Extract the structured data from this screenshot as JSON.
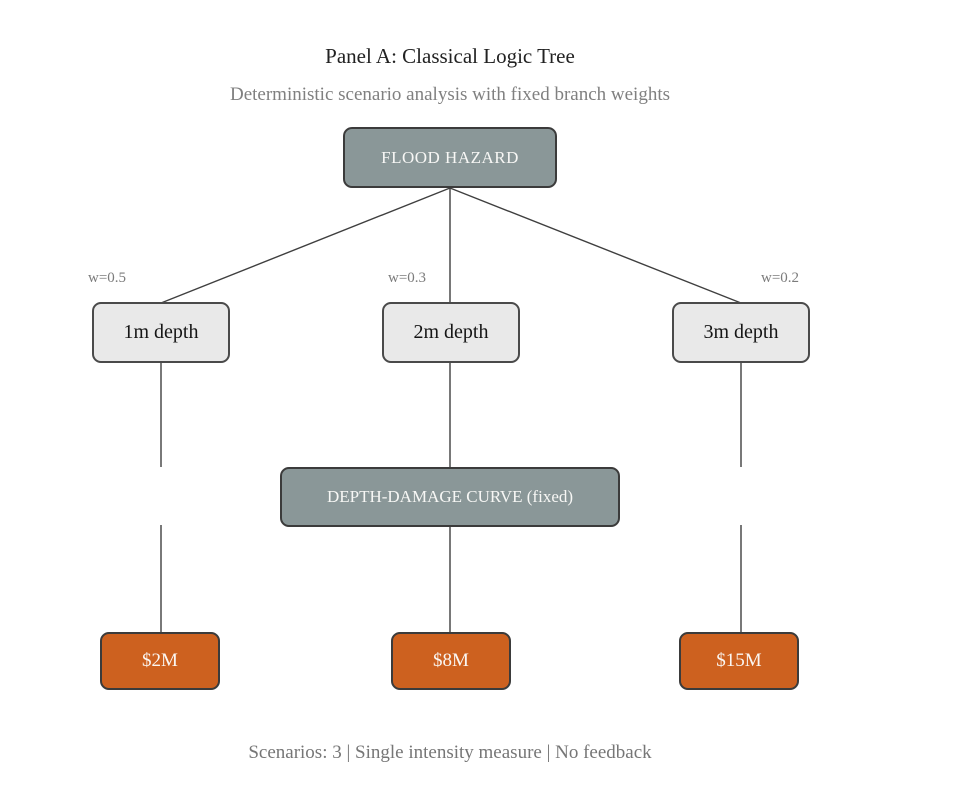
{
  "title": "Panel A: Classical Logic Tree",
  "subtitle": "Deterministic scenario analysis with fixed branch weights",
  "tree": {
    "root": {
      "label": "FLOOD HAZARD"
    },
    "middle_node": {
      "label": "DEPTH-DAMAGE CURVE (fixed)"
    },
    "branches": [
      {
        "weight_label": "w=0.5",
        "weight": 0.5,
        "scenario": "1m depth",
        "loss": "$2M"
      },
      {
        "weight_label": "w=0.3",
        "weight": 0.3,
        "scenario": "2m depth",
        "loss": "$8M"
      },
      {
        "weight_label": "w=0.2",
        "weight": 0.2,
        "scenario": "3m depth",
        "loss": "$15M"
      }
    ]
  },
  "footer": "Scenarios: 3 | Single intensity measure | No feedback",
  "colors": {
    "slate_node": "#8a9798",
    "light_node": "#e9e9e9",
    "orange_node": "#cd611f",
    "node_border": "#3b3b3b",
    "connector_line": "#3f3f3f",
    "muted_text": "#7c7c7c",
    "title_text": "#222222"
  }
}
